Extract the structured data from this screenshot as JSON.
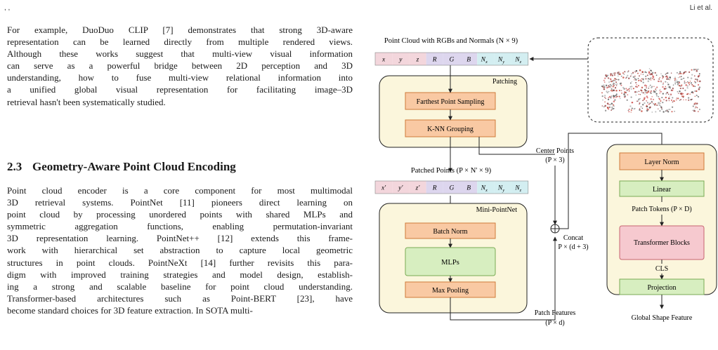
{
  "header": {
    "left": ", ,",
    "right": "Li et al."
  },
  "para1": [
    "For example, DuoDuo CLIP [7] demonstrates that strong 3D-aware",
    "representation can be learned directly from multiple rendered views.",
    "Although these works suggest that multi-view visual information",
    "can serve as a powerful bridge between 2D perception and 3D",
    "understanding, how to fuse multi-view relational information into",
    "a unified global visual representation for facilitating image–3D",
    "retrieval hasn't been systematically studied."
  ],
  "section": {
    "number": "2.3",
    "title": "Geometry-Aware Point Cloud Encoding"
  },
  "para2": [
    "Point cloud encoder is a core component for most multimodal",
    "3D retrieval systems. PointNet [11] pioneers direct learning on",
    "point cloud by processing unordered points with shared MLPs and",
    "symmetric aggregation functions, enabling permutation-invariant",
    "3D representation learning. PointNet++ [12] extends this frame-",
    "work with hierarchical set abstraction to capture local geometric",
    "structures in point clouds. PointNeXt [14] further revisits this para-",
    "digm with improved training strategies and model design, establish-",
    "ing a strong and scalable baseline for point cloud understanding.",
    "Transformer-based architectures such as Point-BERT [23], have",
    "become standard choices for 3D feature extraction. In SOTA multi-"
  ],
  "figure": {
    "input_title": "Point Cloud with RGBs and Normals (N × 9)",
    "input_tokens": [
      "x",
      "y",
      "z",
      "R",
      "G",
      "B",
      "N",
      "N",
      "N"
    ],
    "input_subs": [
      "",
      "",
      "",
      "",
      "",
      "",
      "x",
      "y",
      "z"
    ],
    "patch_tokens": [
      "x'",
      "y'",
      "z'",
      "R",
      "G",
      "B",
      "N",
      "N",
      "N"
    ],
    "patching_label": "Patching",
    "fps_label": "Farthest Point Sampling",
    "knn_label": "K-NN Grouping",
    "patched_points_label": "Patched Points (P × N' × 9)",
    "center_points_label": "Center Points",
    "center_points_dim": "(P × 3)",
    "minipointnet_label": "Mini-PointNet",
    "batchnorm_label": "Batch Norm",
    "mlps_label": "MLPs",
    "maxpool_label": "Max Pooling",
    "patch_features_label": "Patch Features",
    "patch_features_dim": "(P × d)",
    "concat_label": "Concat",
    "concat_dim": "P × (d + 3)",
    "layernorm_label": "Layer Norm",
    "linear_label": "Linear",
    "patch_tokens_label": "Patch Tokens (P × D)",
    "transformer_label": "Transformer Blocks",
    "cls_label": "CLS",
    "projection_label": "Projection",
    "global_feature_label": "Global Shape Feature"
  },
  "colors": {
    "panel_fill": "#fbf6dc",
    "orange_fill": "#f9c9a3",
    "orange_stroke": "#cf7a3a",
    "green_fill": "#d7eec0",
    "green_stroke": "#7aab54",
    "pink_fill": "#f6c9cf",
    "pink_stroke": "#c7646f",
    "token_xyz": "#f3d6dc",
    "token_rgb": "#ddd6ee",
    "token_normal": "#d3eef1"
  }
}
